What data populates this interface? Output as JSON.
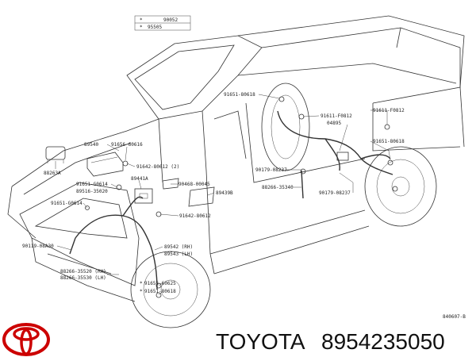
{
  "header_codes": [
    "90052",
    "95505"
  ],
  "labels": {
    "p91651_80618_a": "91651-80618",
    "p91611_f0812_a": "91611-F0812",
    "p91611_f0812_b": "91611-F0812",
    "p04895": "04895",
    "p91651_80618_b": "91651-80618",
    "p91656_60616": "91656-60616",
    "p89540": "89540",
    "p91642_80612_2": "91642-80612 (2)",
    "p88263a": "88263A",
    "p91651_g0614_a": "91651-G0614",
    "p89516_35020": "89516-35020",
    "p89441a": "89441A",
    "p90468_00045": "90468-00045",
    "p89439b": "89439B",
    "p90179_08237_a": "90179-08237",
    "p88266_35340": "88266-35340",
    "p90179_08237_b": "90179-08237",
    "p91651_g0614_b": "91651-G0614",
    "p91642_80612": "91642-80612",
    "p90119_08a30": "90119-08A30",
    "p89542": "89542 (RH)",
    "p89543": "89543 (LH)",
    "p88266_35520": "88266-35520 (RH)",
    "p88266_35530": "88266-35530 (LH)",
    "p91655_60625": "91655-60625",
    "p91651_80618_c": "91651-80618",
    "diagram_code": "840607-B"
  },
  "footer": {
    "brand": "TOYOTA",
    "part_number": "8954235050"
  },
  "colors": {
    "logo": "#cc0000",
    "ink": "#222222"
  },
  "logo_icon": "toyota-emblem-icon"
}
